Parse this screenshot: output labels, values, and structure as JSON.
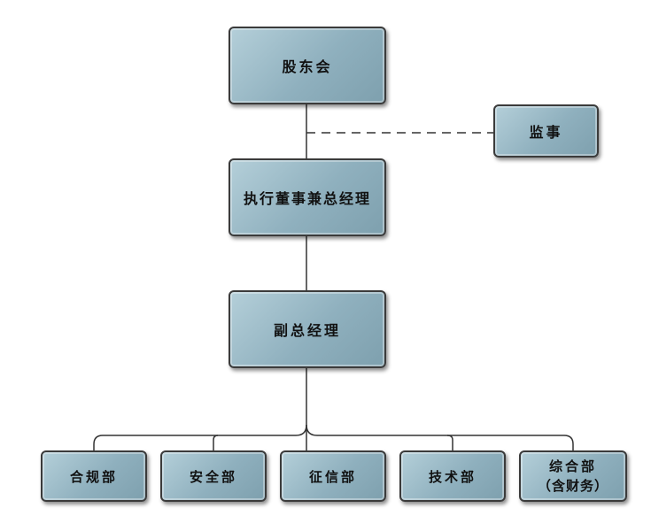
{
  "nodes": {
    "shareholders": "股东会",
    "supervisor": "监事",
    "executive_director": "执行董事兼总经理",
    "deputy_gm": "副总经理",
    "compliance": "合规部",
    "security": "安全部",
    "credit_reporting": "征信部",
    "technology": "技术部",
    "general_line1": "综合部",
    "general_line2": "（含财务）"
  }
}
